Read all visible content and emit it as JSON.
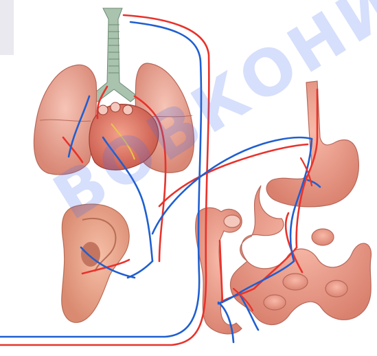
{
  "watermark": {
    "text": "ВОВКОНИЦ"
  },
  "colors": {
    "background": "#ffffff",
    "artery": "#e8322b",
    "vein": "#1f5fd0",
    "organ_fill": "#f1a896",
    "organ_shade": "#d77b6b",
    "trachea": "#9fb9a4"
  },
  "organs": [
    "trachea",
    "lungs",
    "heart",
    "ear",
    "stomach",
    "small-intestine",
    "large-intestine"
  ]
}
